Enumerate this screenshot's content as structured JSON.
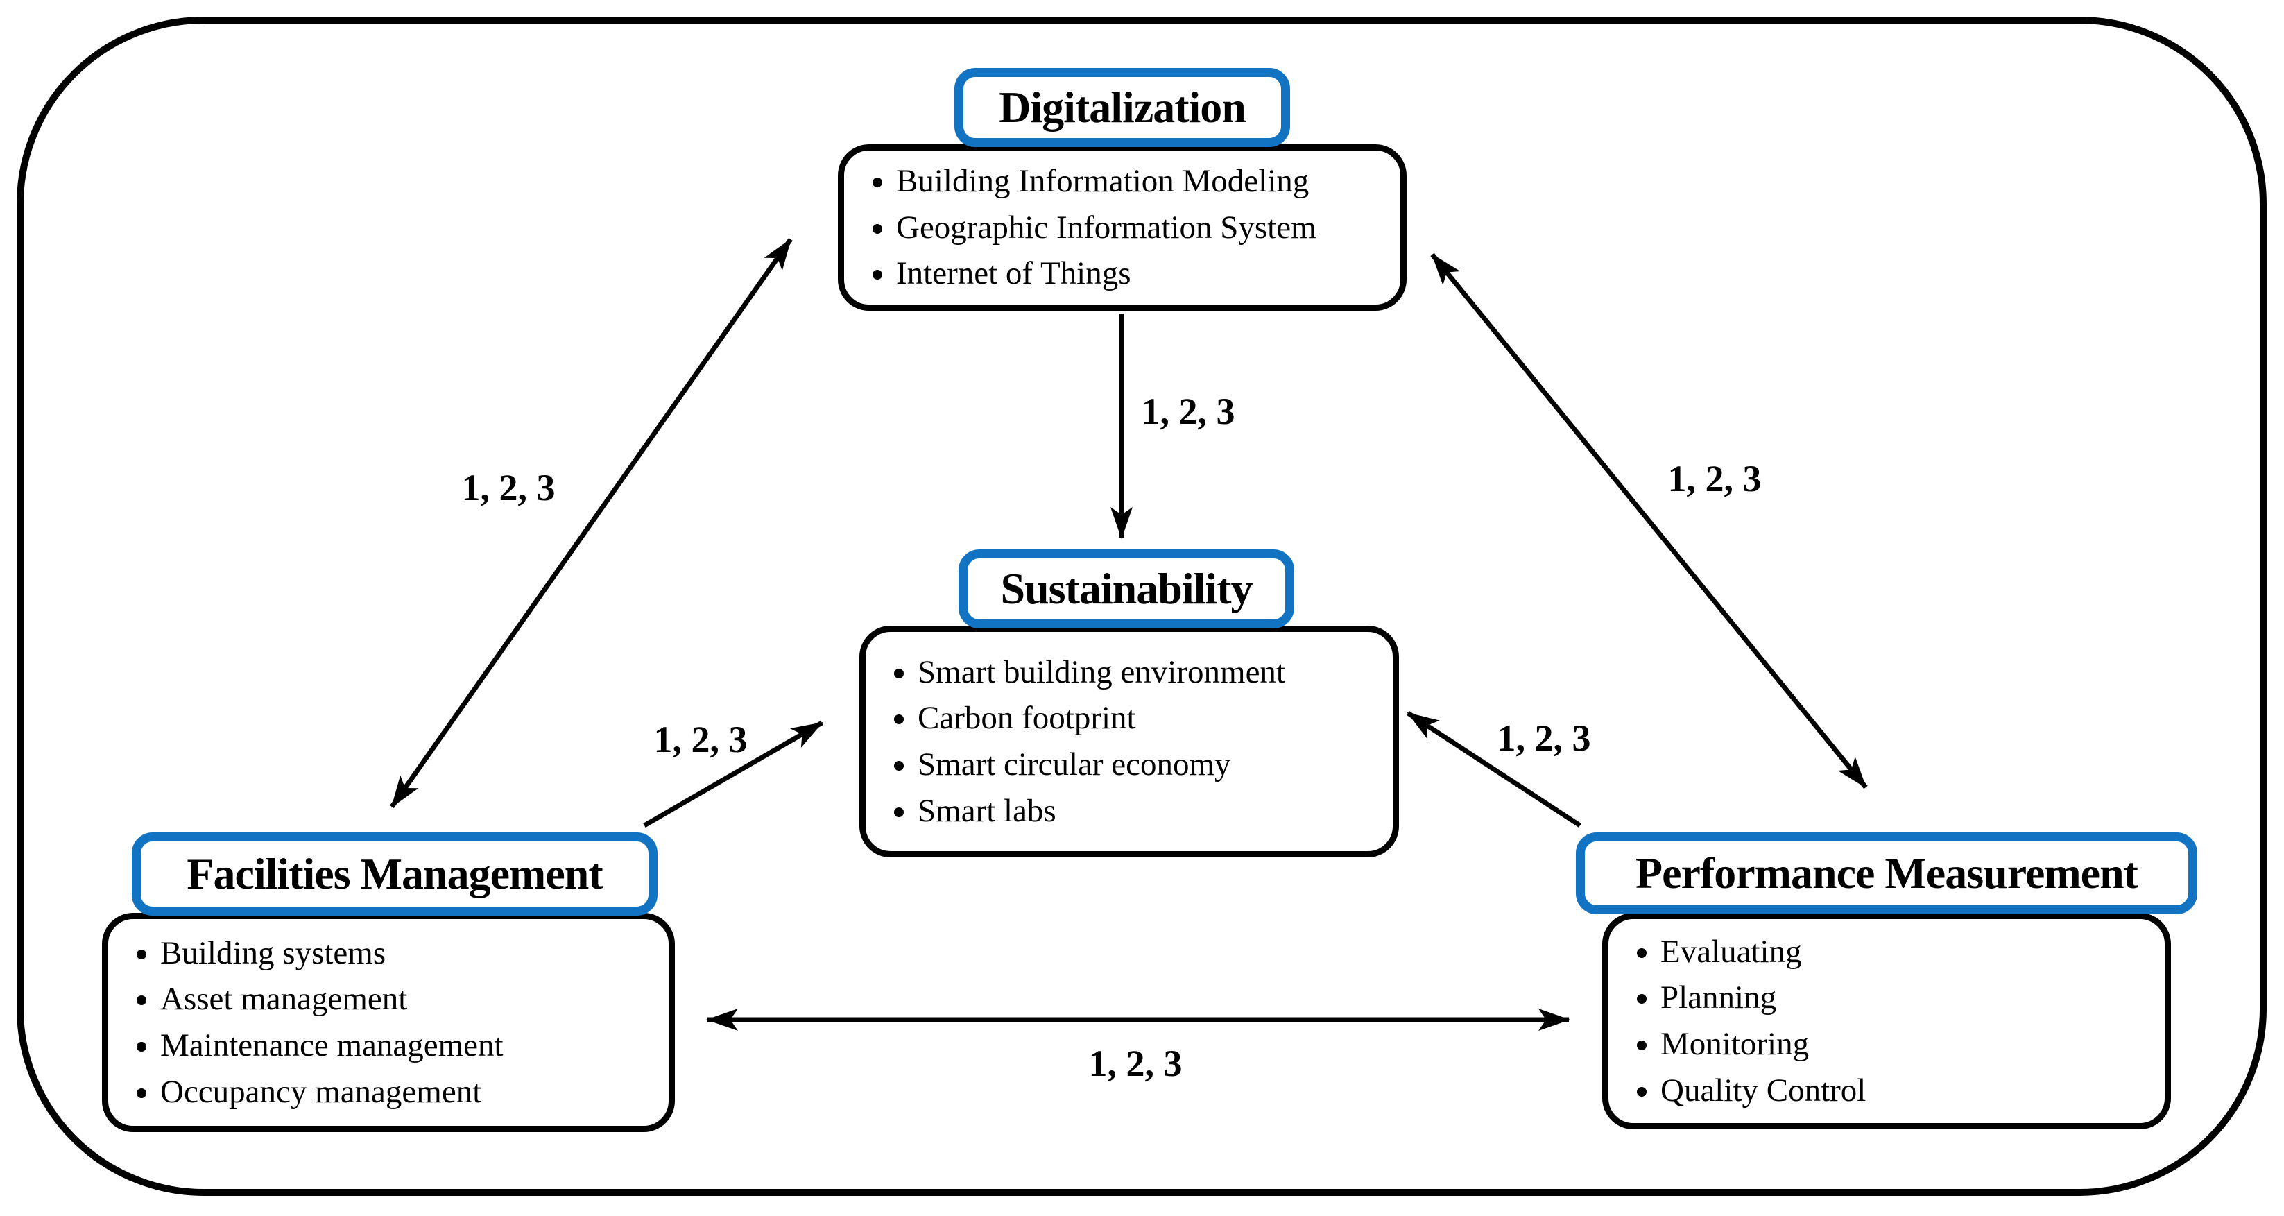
{
  "diagram": {
    "nodes": {
      "digitalization": {
        "title": "Digitalization",
        "items": [
          "Building Information Modeling",
          "Geographic Information System",
          "Internet of Things"
        ]
      },
      "sustainability": {
        "title": "Sustainability",
        "items": [
          "Smart building environment",
          "Carbon footprint",
          "Smart circular economy",
          "Smart labs"
        ]
      },
      "facilities_management": {
        "title": "Facilities Management",
        "items": [
          "Building systems",
          "Asset management",
          "Maintenance management",
          "Occupancy management"
        ]
      },
      "performance_measurement": {
        "title": "Performance Measurement",
        "items": [
          "Evaluating",
          "Planning",
          "Monitoring",
          "Quality Control"
        ]
      }
    },
    "edges": [
      {
        "from": "facilities_management",
        "to": "digitalization",
        "label": "1, 2, 3",
        "direction": "bidirectional"
      },
      {
        "from": "digitalization",
        "to": "sustainability",
        "label": "1, 2, 3",
        "direction": "one-way"
      },
      {
        "from": "performance_measurement",
        "to": "digitalization",
        "label": "1, 2, 3",
        "direction": "bidirectional"
      },
      {
        "from": "facilities_management",
        "to": "sustainability",
        "label": "1, 2, 3",
        "direction": "one-way"
      },
      {
        "from": "performance_measurement",
        "to": "sustainability",
        "label": "1, 2, 3",
        "direction": "one-way"
      },
      {
        "from": "facilities_management",
        "to": "performance_measurement",
        "label": "1, 2, 3",
        "direction": "bidirectional"
      }
    ],
    "colors": {
      "accent_blue": "#1173c2",
      "line": "#000000",
      "background": "#ffffff"
    }
  }
}
